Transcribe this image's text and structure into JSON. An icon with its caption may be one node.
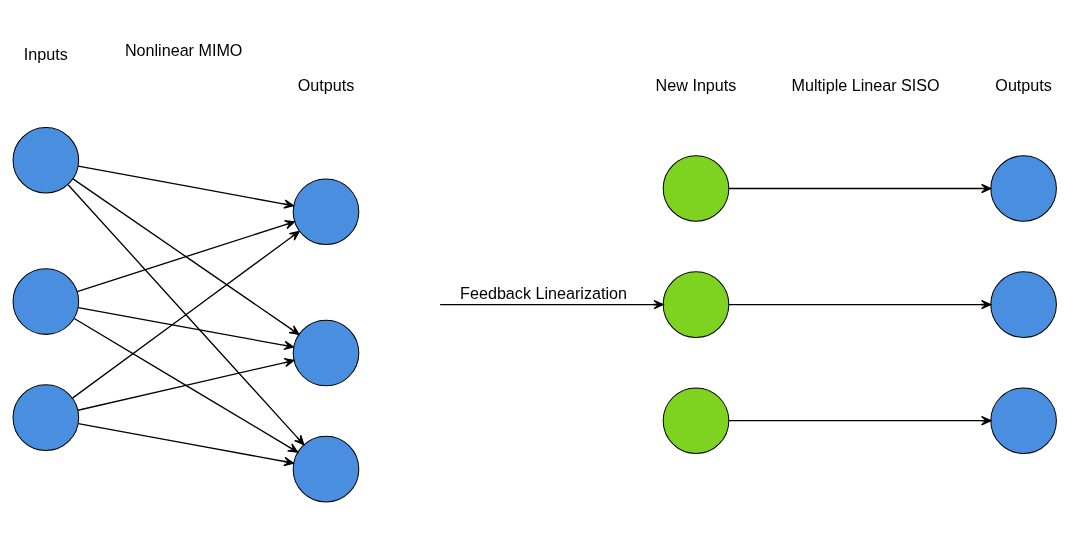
{
  "diagram": {
    "nodes": [
      {
        "text": [],
        "shape": "circle"
      },
      {
        "text": [],
        "shape": "circle"
      },
      {
        "text": [],
        "shape": "circle"
      },
      {
        "text": [],
        "shape": "circle"
      },
      {
        "text": [],
        "shape": "circle"
      },
      {
        "text": [],
        "shape": "circle"
      },
      {
        "text": [],
        "shape": "circle"
      },
      {
        "text": [],
        "shape": "circle"
      },
      {
        "text": [],
        "shape": "circle"
      },
      {
        "text": [],
        "shape": "circle"
      },
      {
        "text": [],
        "shape": "circle"
      },
      {
        "text": [],
        "shape": "circle"
      }
    ],
    "edges": [
      {
        "from": 0,
        "to": 3,
        "arrow": "to"
      },
      {
        "from": 0,
        "to": 4,
        "arrow": "to"
      },
      {
        "from": 0,
        "to": 5,
        "arrow": "to"
      },
      {
        "from": 1,
        "to": 3,
        "arrow": "to"
      },
      {
        "from": 1,
        "to": 4,
        "arrow": "to"
      },
      {
        "from": 1,
        "to": 5,
        "arrow": "to"
      },
      {
        "from": 2,
        "to": 3,
        "arrow": "to"
      },
      {
        "from": 2,
        "to": 4,
        "arrow": "to"
      },
      {
        "from": 2,
        "to": 5,
        "arrow": "to"
      },
      {
        "from": null,
        "to": 7,
        "arrow": "to",
        "label": "Feedback Linearization"
      },
      {
        "from": 6,
        "to": 9,
        "arrow": "to"
      },
      {
        "from": 7,
        "to": 10,
        "arrow": "to"
      },
      {
        "from": 8,
        "to": 11,
        "arrow": "to"
      }
    ],
    "labels": [
      "Inputs",
      "Nonlinear MIMO",
      "Outputs",
      "New Inputs",
      "Multiple Linear SISO",
      "Outputs"
    ]
  }
}
